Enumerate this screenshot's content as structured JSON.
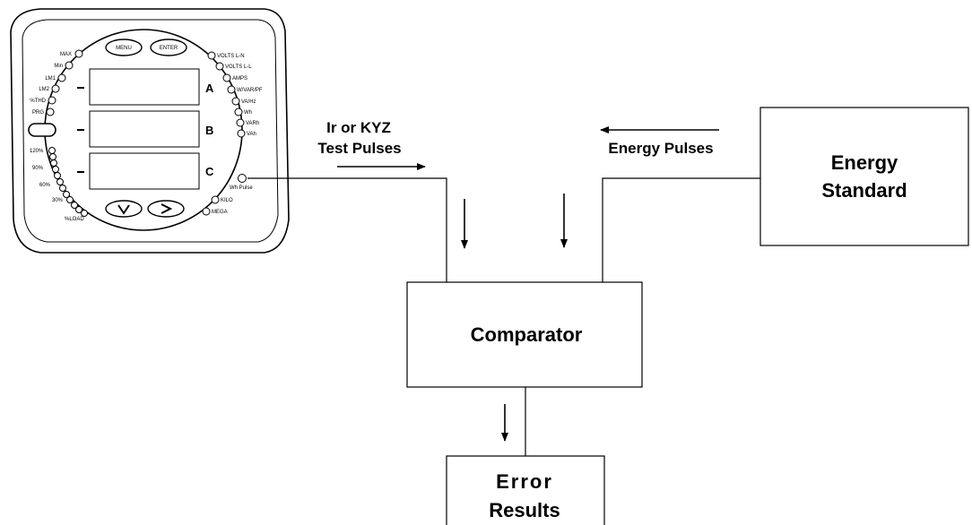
{
  "labels": {
    "test_pulses_line1": "Ir or KYZ",
    "test_pulses_line2": "Test Pulses",
    "energy_pulses": "Energy Pulses",
    "energy_standard_line1": "Energy",
    "energy_standard_line2": "Standard",
    "comparator": "Comparator",
    "error_results_line1": "Error",
    "error_results_line2": "Results"
  },
  "meter": {
    "buttons": {
      "menu": "MENU",
      "enter": "ENTER"
    },
    "display_letters": [
      "A",
      "B",
      "C"
    ],
    "left_indicators": [
      "MAX",
      "Min",
      "LM1",
      "LM2",
      "%THD",
      "PRG"
    ],
    "right_indicators": [
      "VOLTS L-N",
      "VOLTS L-L",
      "AMPS",
      "W/VAR/PF",
      "VA/Hz",
      "Wh",
      "VARh",
      "VAh"
    ],
    "load_bar_labels": [
      "120%",
      "90%",
      "60%",
      "30%",
      "%LOAD"
    ],
    "pulse_label": "Wh Pulse",
    "bottom_right_indicators": [
      "KILO",
      "MEGA"
    ]
  }
}
